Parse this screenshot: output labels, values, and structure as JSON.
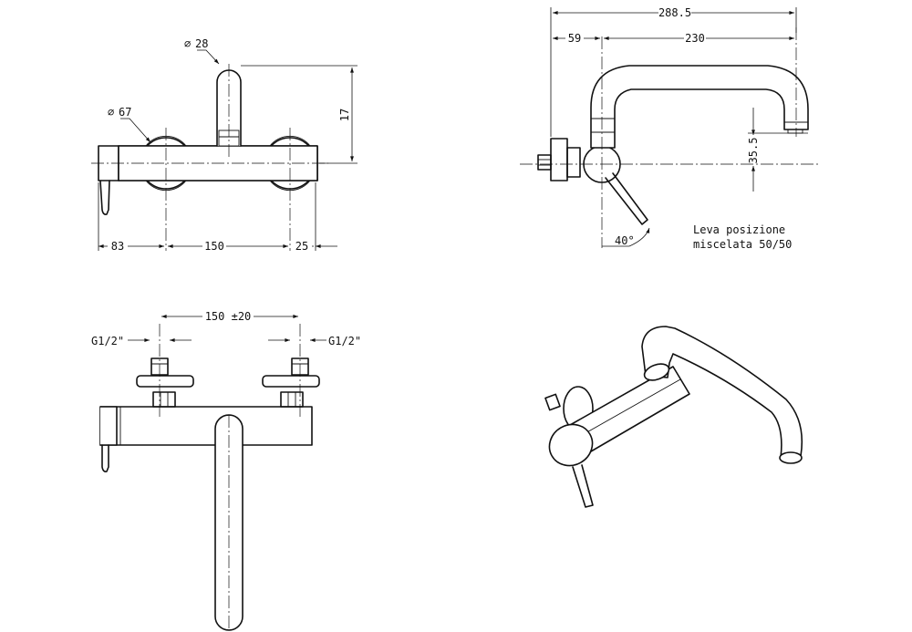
{
  "front_view": {
    "dim_spout_diameter": "28",
    "dim_body_diameter": "67",
    "dim_height": "17",
    "dim_left": "83",
    "dim_center": "150",
    "dim_right": "25"
  },
  "side_view": {
    "dim_total": "288.5",
    "dim_wall": "59",
    "dim_reach": "230",
    "dim_drop": "35.5",
    "dim_angle": "40°",
    "note_line1": "Leva  posizione",
    "note_line2": "miscelata  50/50"
  },
  "top_view": {
    "dim_center_tol": "150 ±20",
    "thread_left": "G1/2\"",
    "thread_right": "G1/2\""
  },
  "symbols": {
    "diameter": "⌀"
  }
}
